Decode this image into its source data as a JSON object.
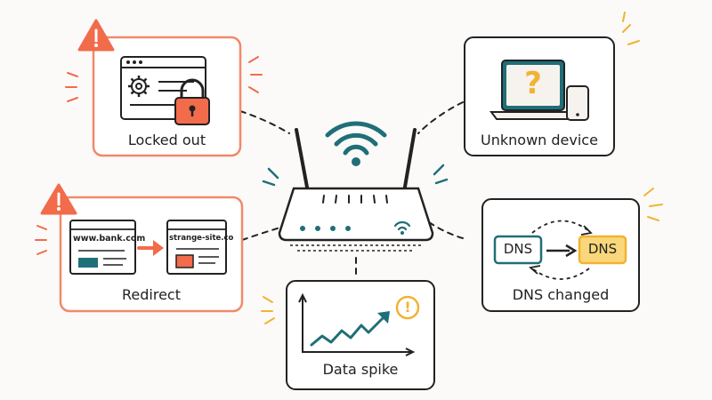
{
  "colors": {
    "alert": "#f26b4b",
    "alert_border": "#f08a6a",
    "teal": "#1f6f78",
    "amber": "#f2b233",
    "ink": "#222222"
  },
  "cards": {
    "locked_out": {
      "label": "Locked out",
      "icon": "warning-icon"
    },
    "redirect": {
      "label": "Redirect",
      "url_from": "www.bank.com",
      "url_to": "strange-site.co",
      "icon": "warning-icon"
    },
    "unknown_device": {
      "label": "Unknown device",
      "icon": "question-mark-icon"
    },
    "dns_changed": {
      "label": "DNS changed",
      "dns_from": "DNS",
      "dns_to": "DNS"
    },
    "data_spike": {
      "label": "Data spike",
      "icon": "exclamation-circle-icon"
    }
  },
  "center": {
    "icon": "wifi-router-icon"
  }
}
